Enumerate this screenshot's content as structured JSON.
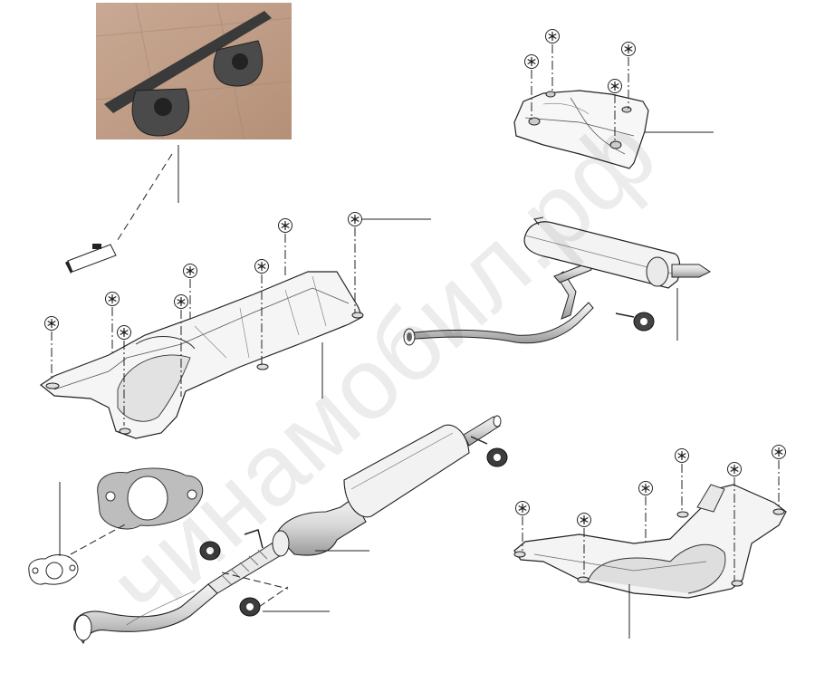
{
  "diagram": {
    "watermark": "чинамобил.рф",
    "parts": [
      {
        "name": "hanger-bracket-photo"
      },
      {
        "name": "hanger-bracket"
      },
      {
        "name": "rear-heat-shield"
      },
      {
        "name": "center-heat-shield"
      },
      {
        "name": "muffler-assembly"
      },
      {
        "name": "front-heat-shield"
      },
      {
        "name": "catalytic-converter-pipe"
      },
      {
        "name": "flange-gasket"
      },
      {
        "name": "rubber-hangers"
      }
    ]
  }
}
